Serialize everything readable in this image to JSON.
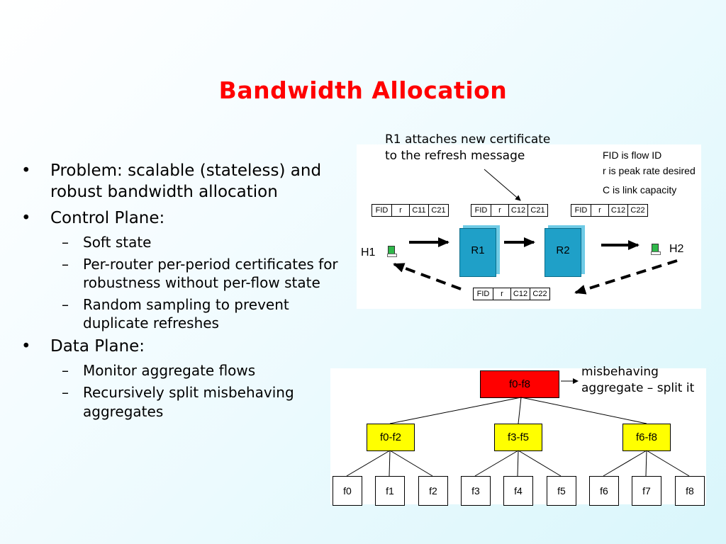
{
  "slide": {
    "title": "Bandwidth  Allocation"
  },
  "bullets": {
    "b1": "Problem: scalable (stateless) and robust bandwidth allocation",
    "b2": "Control Plane:",
    "b2_sub": [
      "Soft state",
      "Per-router per-period certificates for robustness without per-flow state",
      "Random sampling to prevent duplicate refreshes"
    ],
    "b3": "Data Plane:",
    "b3_sub": [
      "Monitor aggregate flows",
      "Recursively split misbehaving aggregates"
    ]
  },
  "control_diagram": {
    "callout_line1": "R1 attaches new certificate",
    "callout_line2": "to the refresh message",
    "legend": [
      "FID is flow ID",
      "r is peak rate desired",
      "C is link capacity"
    ],
    "headers": [
      [
        "FID",
        "r",
        "C11",
        "C21"
      ],
      [
        "FID",
        "r",
        "C12",
        "C21"
      ],
      [
        "FID",
        "r",
        "C12",
        "C22"
      ]
    ],
    "return_header": [
      "FID",
      "r",
      "C12",
      "C22"
    ],
    "router1": "R1",
    "router2": "R2",
    "host1": "H1",
    "host2": "H2"
  },
  "tree_diagram": {
    "callout_line1": "misbehaving",
    "callout_line2": "aggregate – split it",
    "root": "f0-f8",
    "mid": [
      "f0-f2",
      "f3-f5",
      "f6-f8"
    ],
    "leaves": [
      "f0",
      "f1",
      "f2",
      "f3",
      "f4",
      "f5",
      "f6",
      "f7",
      "f8"
    ]
  }
}
